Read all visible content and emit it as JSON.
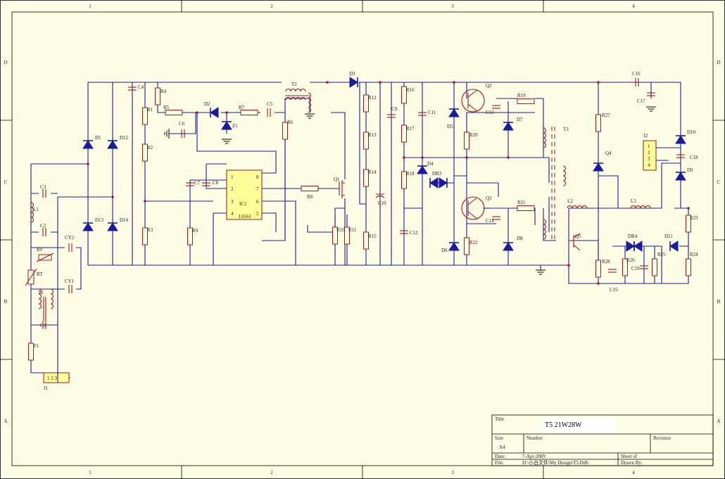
{
  "frame": {
    "columns": [
      "1",
      "2",
      "3",
      "4"
    ],
    "rows": [
      "D",
      "C",
      "B",
      "A"
    ]
  },
  "title_block": {
    "title_label": "Title",
    "title": "T5 21W28W",
    "size_label": "Size",
    "size_value": "A4",
    "number_label": "Number",
    "revision_label": "Revision",
    "date_label": "Date:",
    "date_value": "7-Apr-2009",
    "sheet_label": "Sheet   of",
    "file_label": "File:",
    "file_value": "D:\\小白文件\\My Design\\T5.Ddb",
    "drawn_label": "Drawn By:"
  },
  "ic": {
    "ref": "IC1",
    "part": "L6561",
    "left_pins": [
      "1",
      "2",
      "3",
      "4"
    ],
    "right_pins": [
      "8",
      "7",
      "6",
      "5"
    ]
  },
  "labels": {
    "C3": "C3",
    "L1": "L1",
    "C2": "C2",
    "RV": "RV",
    "RT": "RT",
    "T1": "T1",
    "C1": "C1",
    "F1": "F1",
    "J1": "J1",
    "J1_pins": "1 2 3",
    "CY2": "CY2",
    "CY1": "CY1",
    "D1": "D1",
    "D12": "D12",
    "D13": "D13",
    "D14": "D14",
    "C4": "C4",
    "R1": "R1",
    "R2": "R2",
    "R3": "R3",
    "R4": "R4",
    "R5": "R5",
    "D2": "D2",
    "R7": "R7",
    "C5": "C5",
    "Z1": "Z1",
    "C6": "C6",
    "T2": "T2",
    "R6": "R6",
    "C7": "C7",
    "C8": "C8",
    "R9": "R9",
    "R8": "R8",
    "Q1": "Q1",
    "R10": "R10",
    "R11": "R11",
    "D3": "D3",
    "R12": "R12",
    "R13": "R13",
    "R14": "R14",
    "R15": "R15",
    "C9": "C9",
    "C10": "C10",
    "R16": "R16",
    "R17": "R17",
    "R18": "R18",
    "C11": "C11",
    "C12": "C12",
    "D4": "D4",
    "DB3": "DB3",
    "D5": "D5",
    "Q2": "Q2",
    "R20": "R20",
    "C13": "C13",
    "R19": "R19",
    "D7": "D7",
    "Q3": "Q3",
    "C14": "C14",
    "R21": "R21",
    "D6": "D6",
    "R22": "R22",
    "D8": "D8",
    "T3": "T3",
    "R27": "R27",
    "Q4": "Q4",
    "C16": "C16",
    "C17": "C17",
    "J2": "J2",
    "J2_pins": "1 2 3 4",
    "D10": "D10",
    "C18": "C18",
    "D9": "D9",
    "L2": "L2",
    "L3": "L3",
    "R23": "R23",
    "Q5": "Q5",
    "DB4": "DB4",
    "D11": "D11",
    "R28": "R28",
    "R26": "R26",
    "C19": "C19",
    "R25": "R25",
    "R24": "R24",
    "C15": "C15"
  }
}
